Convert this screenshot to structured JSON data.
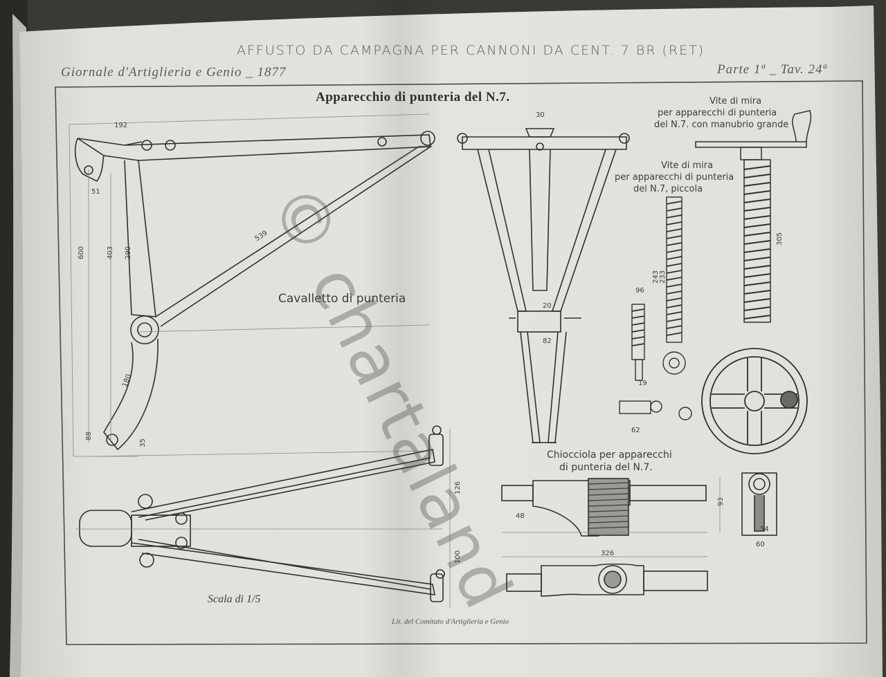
{
  "header": {
    "journal": "Giornale d'Artiglieria e Genio _ 1877",
    "title": "AFFUSTO DA CAMPAGNA PER CANNONI DA CENT. 7 BR (RET)",
    "plate": "Parte 1ª _ Tav. 24ª"
  },
  "plate_title": "Apparecchio di punteria del N.7.",
  "labels": {
    "vite_grande_1": "Vite di mira",
    "vite_grande_2": "per apparecchi di punteria",
    "vite_grande_3": "del N.7. con manubrio grande",
    "vite_piccola_1": "Vite di mira",
    "vite_piccola_2": "per apparecchi di punteria",
    "vite_piccola_3": "del N.7, piccola",
    "cavalletto": "Cavalletto di punteria",
    "chiocciola_1": "Chiocciola per apparecchi",
    "chiocciola_2": "di punteria del N.7."
  },
  "dimensions": {
    "d192": "192",
    "d539": "539",
    "d600": "600",
    "d403": "403",
    "d290": "290",
    "d180": "180",
    "d88": "88",
    "d35": "35",
    "d30": "30",
    "d82": "82",
    "d20": "20",
    "d305": "305",
    "d243": "243",
    "d233": "233",
    "d96": "96",
    "d62": "62",
    "d48": "48",
    "d326": "326",
    "d93": "93",
    "d60": "60",
    "d126": "126",
    "d100": "100",
    "d54": "54",
    "d19": "19",
    "d51": "51"
  },
  "scale": "Scala di 1/5",
  "lithographer": "Lit. del Comitato d'Artiglieria e Genio",
  "watermark": "© chartaland",
  "colors": {
    "paper": "#dedfd9",
    "ink": "#2f2f2e",
    "binding": "#3a3935"
  }
}
